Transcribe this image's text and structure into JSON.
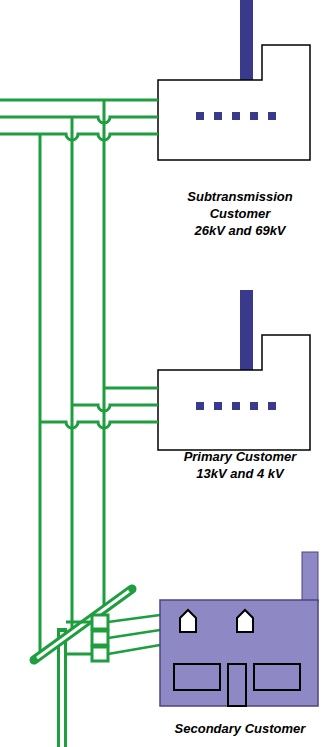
{
  "diagram": {
    "nodes": [
      {
        "text": [
          "Subtransmission Customer",
          "26kV and 69kV"
        ]
      },
      {
        "text": [
          "Primary Customer",
          "13kV and 4 kV"
        ]
      },
      {
        "text": [
          "Secondary Customer"
        ]
      }
    ]
  }
}
